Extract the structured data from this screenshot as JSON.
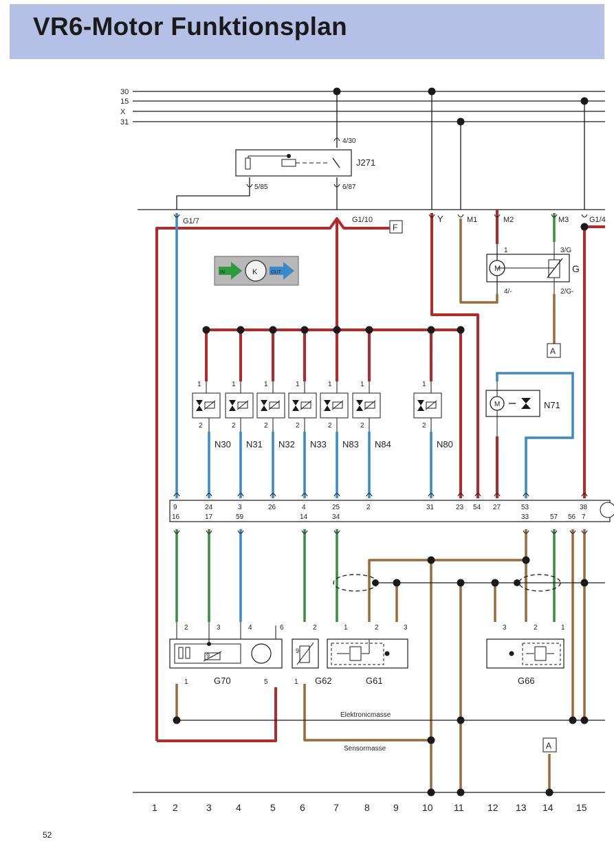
{
  "page": {
    "title": "VR6-Motor Funktionsplan",
    "page_number": "52"
  },
  "colors": {
    "red": "#b5292b",
    "blue": "#3a8ac9",
    "green": "#3b8a45",
    "brown": "#9a6a3a",
    "black": "#1a1a1a",
    "header_bg": "#b5c0e6"
  },
  "rails": [
    "30",
    "15",
    "X",
    "31"
  ],
  "relay": {
    "name": "J271",
    "pin_top": "4/30",
    "pin_bl": "5/85",
    "pin_br": "6/87"
  },
  "connectors": {
    "g1_7": "G1/7",
    "g1_10": "G1/10",
    "y": "Y",
    "m1": "M1",
    "m2": "M2",
    "m3": "M3",
    "g1_right": "G1/4"
  },
  "ref_f": "F",
  "ref_a": "A",
  "symbol": {
    "in": "IN",
    "out": "OUT"
  },
  "throttle": {
    "name": "G",
    "pin1": "1",
    "pin3": "3/G",
    "pin4": "4/-",
    "pin2": "2/G-"
  },
  "n71": {
    "name": "N71"
  },
  "injectors": [
    {
      "name": "N30",
      "pin1": "1",
      "pin2": "2"
    },
    {
      "name": "N31",
      "pin1": "1",
      "pin2": "2"
    },
    {
      "name": "N32",
      "pin1": "1",
      "pin2": "2"
    },
    {
      "name": "N33",
      "pin1": "1",
      "pin2": "2"
    },
    {
      "name": "N83",
      "pin1": "1",
      "pin2": "2"
    },
    {
      "name": "N84",
      "pin1": "1",
      "pin2": "2"
    },
    {
      "name": "N80",
      "pin1": "1",
      "pin2": "2"
    }
  ],
  "ecu_pins_top": [
    "9",
    "24",
    "3",
    "26",
    "4",
    "25",
    "2",
    "31",
    "23",
    "54",
    "27",
    "53",
    "38"
  ],
  "ecu_pins_bottom": [
    "16",
    "17",
    "59",
    "14",
    "34",
    "33",
    "57",
    "56",
    "7"
  ],
  "sensors": {
    "g70": {
      "name": "G70",
      "pins": [
        "2",
        "3",
        "4",
        "6",
        "1",
        "5"
      ],
      "inner": "9"
    },
    "g62": {
      "name": "G62",
      "pins": [
        "2",
        "1"
      ],
      "inner": "9"
    },
    "g61": {
      "name": "G61",
      "pins": [
        "1",
        "2",
        "3"
      ]
    },
    "g66": {
      "name": "G66",
      "pins": [
        "3",
        "2",
        "1"
      ]
    }
  },
  "ground_labels": {
    "elektronic": "Elektronicmasse",
    "sensor": "Sensormasse"
  },
  "grid": [
    "1",
    "2",
    "3",
    "4",
    "5",
    "6",
    "7",
    "8",
    "9",
    "10",
    "11",
    "12",
    "13",
    "14",
    "15"
  ]
}
